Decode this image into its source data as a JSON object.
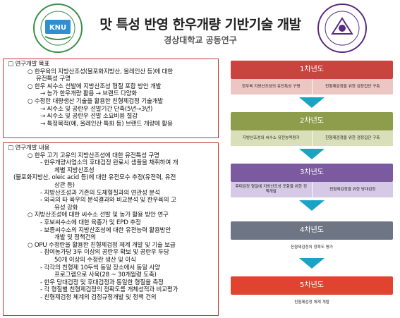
{
  "header": {
    "title": "맛 특성 반영 한우개량 기반기술 개발",
    "subtitle": "경상대학교 공동연구",
    "logo_left_text": "상지대학교 KNUDEN NATIONAL UNIVERSITY",
    "logo_right_text": "경상대학교 GYEONGSANG NATIONAL UNIVERSITY"
  },
  "goal_box": {
    "lines": [
      "□ 연구개발 목표",
      "○ 한우육의 지방산조성(불포화지방산, 올레인산 등)에 대한",
      "유전특성 구명",
      "○ 한우 씨수소 선발에 지방산조성 형질 포함 방안 개발",
      "→ 농가 한우개량 활용 → 브랜드 다양화",
      "○ 수정란 대량생산 기술을 활용한 친형제검정 기술개발",
      "→ 씨수소 및 공란우 선발기간 단축(5년→3년)",
      "→ 씨수소 및 공란우 선발 소요비용 절감",
      "→ 특정목적(예, 올레인산 특화 등) 브랜드 개량에 활용"
    ]
  },
  "content_box": {
    "lines": [
      "□ 연구개발 내용",
      "○ 한우 고기 고유의 지방산조성에 대한 유전특성 구명",
      "- 한우개량사업소의 후대검정 완료시 샘플을 채취하여 개",
      "체별 지방산조성",
      "(불포화지방산, oleic acid 등)에 대한 유전모수 추정(유전력, 유전",
      "상관 등)",
      "- 지방산조성과 기존의 도체형질과의 연관성 분석",
      "- 외국의 타 육우의 분석결과와 비교분석 및 한우육의 고",
      "유성 강화",
      "○ 지방산조성에 대한 씨수소 선발 및 농가 활용 방안 연구",
      "- 후보씨수소에 대한 육종가 및 EPD 추정",
      "- 보증씨수소의 지방산조성에 대한 유전능력 활용방안",
      "개발 및 정책건의",
      "○ OPU 수정란을 활용한 친형제검정 체계 개발 및 기술 보급",
      "- 참여농가당 3두 이상의 공란우 확보 및 공란우 두당",
      "50개 이상의 수정란 생산 및 이식",
      "- 각각의 친형제 10두씩 동일 장소에서 동일 사양",
      "프로그램으로 사육(28 ~ 30개월령 도축)",
      "- 한우 당대검정 및 후대검정과 동일한 형질을 측정",
      "- 각 형질별 친형제검정의 정확도를 개체성적과 비교평가",
      "- 친형제검정 체계의 검정규정개발 및 정책 건의"
    ]
  },
  "stages": [
    {
      "title": "1차년도",
      "head_color": "#c9433f",
      "body_color": "#ecc6c2",
      "cells": [
        "한우육 지방산조성의 유전특성 구명",
        "친형제검정을 위한 검정집단 구축"
      ]
    },
    {
      "title": "2차년도",
      "head_color": "#8e9d4b",
      "body_color": "#d9dfb9",
      "cells": [
        "지방산조성의 씨수소 유전능력평가",
        "친형제검정을 위한 검정집단 구축"
      ]
    },
    {
      "title": "3차년도",
      "head_color": "#7b5aa0",
      "body_color": "#d5c9e6",
      "cells": [
        "후대검정 형질에 지방산조성 포함을 위한 정책개발",
        "친형제검정을 위한 당대검정"
      ]
    },
    {
      "title": "4차년도",
      "head_color": "#6e7685",
      "body_color": "#ffffff",
      "cells": [
        "친형제검정의 정확도 평가"
      ]
    },
    {
      "title": "5차년도",
      "head_color": "#e0432f",
      "body_color": "#ffffff",
      "cells": [
        "친형제검정 체계 개발"
      ]
    }
  ]
}
